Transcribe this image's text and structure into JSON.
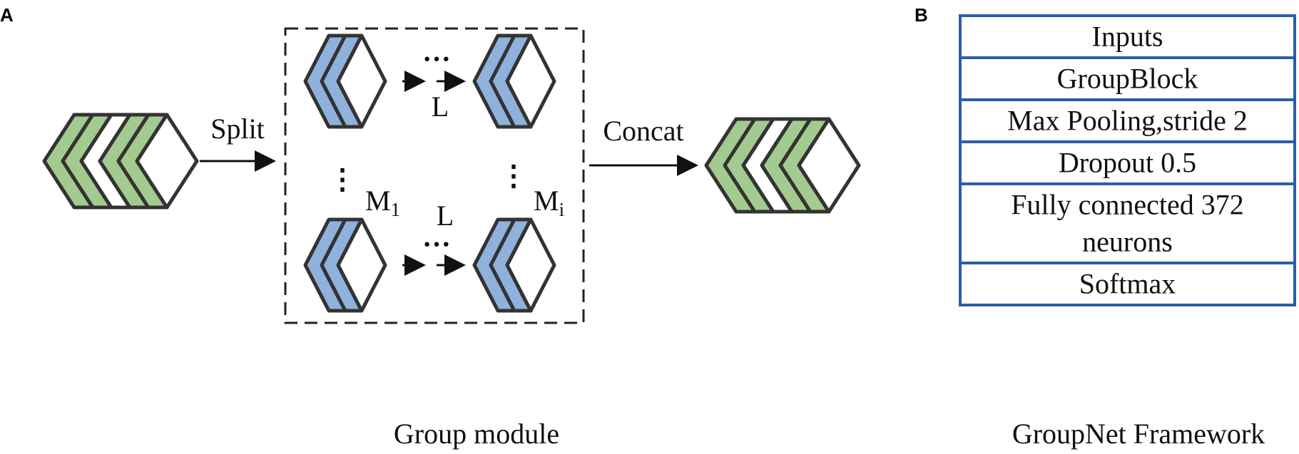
{
  "panels": {
    "a": {
      "letter": "A",
      "caption": "Group module"
    },
    "b": {
      "letter": "B",
      "caption": "GroupNet Framework"
    }
  },
  "group_module": {
    "split_label": "Split",
    "concat_label": "Concat",
    "loop_label": "L",
    "ellipsis_h": "···",
    "ellipsis_v": "⋮",
    "m_first": {
      "base": "M",
      "sub": "1"
    },
    "m_last": {
      "base": "M",
      "sub": "i"
    }
  },
  "framework": {
    "rows": [
      {
        "lines": [
          "Inputs"
        ]
      },
      {
        "lines": [
          "GroupBlock"
        ]
      },
      {
        "lines": [
          "Max Pooling,stride 2"
        ]
      },
      {
        "lines": [
          "Dropout 0.5"
        ]
      },
      {
        "lines": [
          "Fully connected 372",
          "neurons"
        ]
      },
      {
        "lines": [
          "Softmax"
        ]
      }
    ]
  },
  "colors": {
    "green": "#a3cb8f",
    "blue": "#8fb1dc",
    "outline": "#333333",
    "table_border": "#2a5ea8"
  }
}
